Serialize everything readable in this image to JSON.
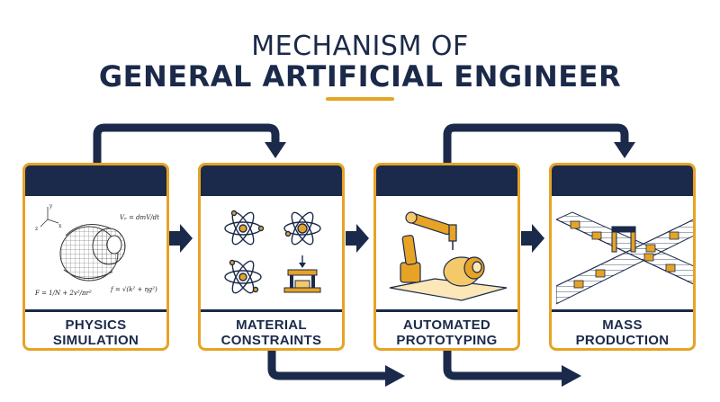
{
  "title": {
    "line1": "MECHANISM OF",
    "line2": "GENERAL ARTIFICIAL ENGINEER"
  },
  "colors": {
    "navy": "#1b2a4a",
    "gold": "#e6a325"
  },
  "steps": [
    {
      "line1": "PHYSICS",
      "line2": "SIMULATION",
      "icon": "physics-simulation-icon"
    },
    {
      "line1": "MATERIAL",
      "line2": "CONSTRAINTS",
      "icon": "material-constraints-icon"
    },
    {
      "line1": "AUTOMATED",
      "line2": "PROTOTYPING",
      "icon": "automated-prototyping-icon"
    },
    {
      "line1": "MASS",
      "line2": "PRODUCTION",
      "icon": "mass-production-icon"
    }
  ],
  "equations": {
    "eq1": "F = 1/N + 2v²/πr²",
    "eq2": "Vₑ = dmV/dt",
    "eq3": "f = √(k² + ηg²)"
  },
  "axes": {
    "x": "x",
    "y": "y",
    "z": "z"
  }
}
